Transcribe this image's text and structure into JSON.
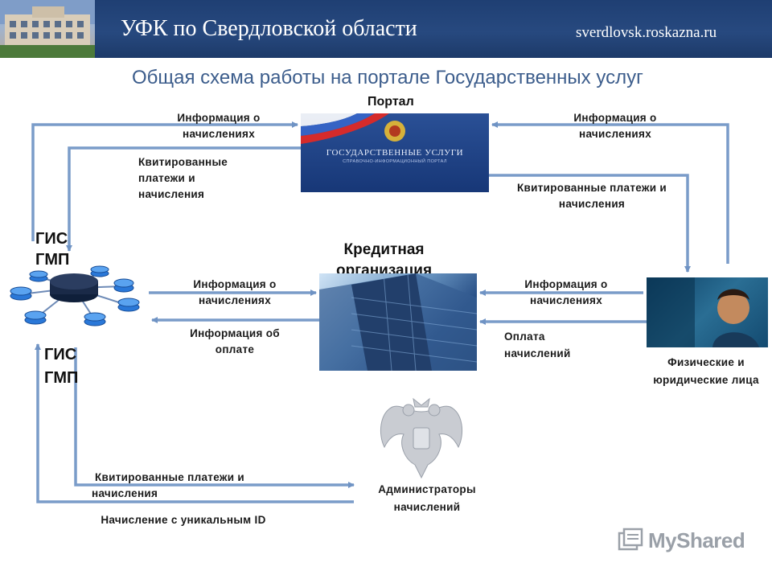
{
  "header": {
    "title": "УФК по Свердловской области",
    "site": "sverdlovsk.roskazna.ru"
  },
  "page_title": "Общая схема работы на портале Государственных услуг",
  "nodes": {
    "portal": {
      "label": "Портал",
      "banner_title": "ГОСУДАРСТВЕННЫЕ УСЛУГИ",
      "banner_subtitle": "СПРАВОЧНО-ИНФОРМАЦИОННЫЙ ПОРТАЛ"
    },
    "gis_top": "ГИС\nГМП",
    "gis_bottom": "ГИС\nГМП",
    "bank": "Кредитная\nорганизация",
    "people": "Физические и\nюридические лица",
    "admins": "Администраторы\nначислений"
  },
  "flows": {
    "gis_to_portal_info": "Информация о\nначислениях",
    "portal_to_gis_receipts": "Квитированные\nплатежи и\nначисления",
    "people_to_portal_info": "Информация о\nначислениях",
    "portal_to_people_receipts": "Квитированные платежи и\nначисления",
    "gis_to_bank_info": "Информация о\nначислениях",
    "bank_to_gis_payment": "Информация об\nоплате",
    "bank_to_people_info": "Информация о\nначислениях",
    "people_to_bank_payment": "Оплата\nначислений",
    "gis_to_admins_receipts": "Квитированные платежи и\nначисления",
    "admins_to_gis_charge": "Начисление с уникальным ID"
  },
  "watermark": "MyShared",
  "colors": {
    "header_bg": "#27497f",
    "arrow": "#7a9cc9",
    "title": "#3c5d8c"
  }
}
